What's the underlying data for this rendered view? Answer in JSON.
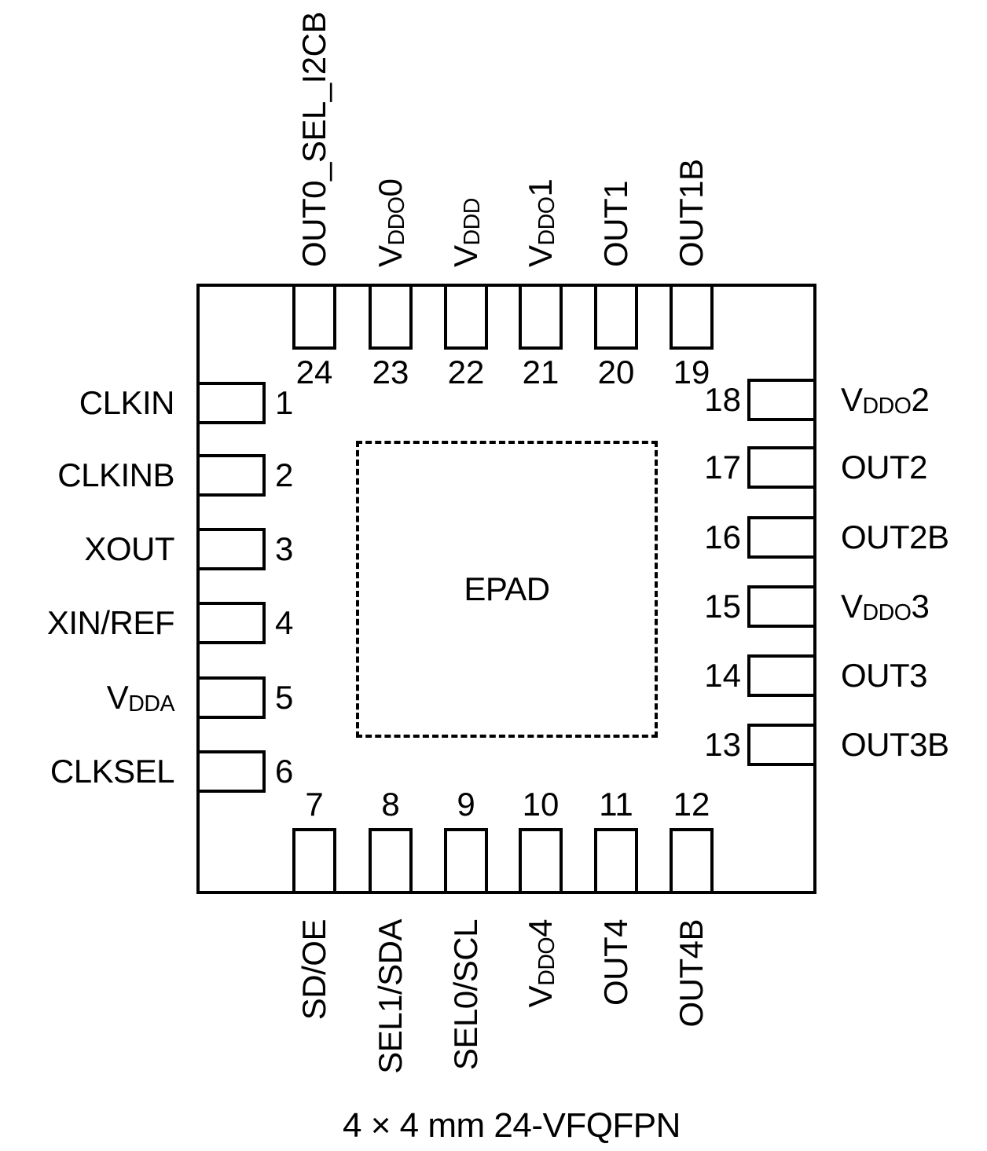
{
  "colors": {
    "line": "#000000",
    "text": "#000000",
    "background": "#ffffff"
  },
  "chip": {
    "epad_label": "EPAD"
  },
  "caption": "4 × 4 mm 24-VFQFPN",
  "pins": [
    {
      "num": 1,
      "side": "left",
      "label": [
        {
          "t": "CLKIN"
        }
      ]
    },
    {
      "num": 2,
      "side": "left",
      "label": [
        {
          "t": "CLKINB"
        }
      ]
    },
    {
      "num": 3,
      "side": "left",
      "label": [
        {
          "t": "XOUT"
        }
      ]
    },
    {
      "num": 4,
      "side": "left",
      "label": [
        {
          "t": "XIN/REF"
        }
      ]
    },
    {
      "num": 5,
      "side": "left",
      "label": [
        {
          "t": "V"
        },
        {
          "t": "DDA",
          "sub": true
        }
      ]
    },
    {
      "num": 6,
      "side": "left",
      "label": [
        {
          "t": "CLKSEL"
        }
      ]
    },
    {
      "num": 7,
      "side": "bottom",
      "label": [
        {
          "t": "SD/OE"
        }
      ]
    },
    {
      "num": 8,
      "side": "bottom",
      "label": [
        {
          "t": "SEL1/SDA"
        }
      ]
    },
    {
      "num": 9,
      "side": "bottom",
      "label": [
        {
          "t": "SEL0/SCL"
        }
      ]
    },
    {
      "num": 10,
      "side": "bottom",
      "label": [
        {
          "t": "V"
        },
        {
          "t": "DDO",
          "sub": true
        },
        {
          "t": "4"
        }
      ]
    },
    {
      "num": 11,
      "side": "bottom",
      "label": [
        {
          "t": "OUT4"
        }
      ]
    },
    {
      "num": 12,
      "side": "bottom",
      "label": [
        {
          "t": "OUT4B"
        }
      ]
    },
    {
      "num": 13,
      "side": "right",
      "label": [
        {
          "t": "OUT3B"
        }
      ]
    },
    {
      "num": 14,
      "side": "right",
      "label": [
        {
          "t": "OUT3"
        }
      ]
    },
    {
      "num": 15,
      "side": "right",
      "label": [
        {
          "t": "V"
        },
        {
          "t": "DDO",
          "sub": true
        },
        {
          "t": "3"
        }
      ]
    },
    {
      "num": 16,
      "side": "right",
      "label": [
        {
          "t": "OUT2B"
        }
      ]
    },
    {
      "num": 17,
      "side": "right",
      "label": [
        {
          "t": "OUT2"
        }
      ]
    },
    {
      "num": 18,
      "side": "right",
      "label": [
        {
          "t": "V"
        },
        {
          "t": "DDO",
          "sub": true
        },
        {
          "t": "2"
        }
      ]
    },
    {
      "num": 19,
      "side": "top",
      "label": [
        {
          "t": "OUT1B"
        }
      ]
    },
    {
      "num": 20,
      "side": "top",
      "label": [
        {
          "t": "OUT1"
        }
      ]
    },
    {
      "num": 21,
      "side": "top",
      "label": [
        {
          "t": "V"
        },
        {
          "t": "DDO",
          "sub": true
        },
        {
          "t": "1"
        }
      ]
    },
    {
      "num": 22,
      "side": "top",
      "label": [
        {
          "t": "V"
        },
        {
          "t": "DDD",
          "sub": true
        }
      ]
    },
    {
      "num": 23,
      "side": "top",
      "label": [
        {
          "t": "V"
        },
        {
          "t": "DDO",
          "sub": true
        },
        {
          "t": "0"
        }
      ]
    },
    {
      "num": 24,
      "side": "top",
      "label": [
        {
          "t": "OUT0_SEL_I2CB"
        }
      ]
    }
  ]
}
